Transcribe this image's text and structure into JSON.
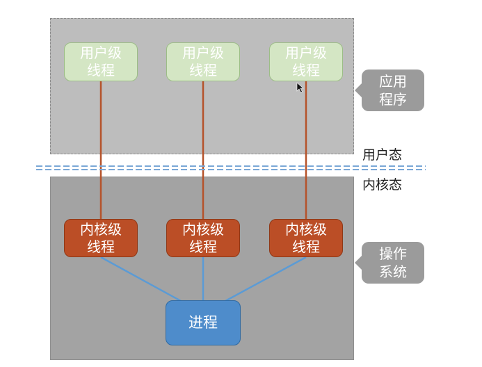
{
  "user_threads": [
    {
      "line1": "用户级",
      "line2": "线程"
    },
    {
      "line1": "用户级",
      "line2": "线程"
    },
    {
      "line1": "用户级",
      "line2": "线程"
    }
  ],
  "kernel_threads": [
    {
      "line1": "内核级",
      "line2": "线程"
    },
    {
      "line1": "内核级",
      "line2": "线程"
    },
    {
      "line1": "内核级",
      "line2": "线程"
    }
  ],
  "process": "进程",
  "callouts": {
    "app": {
      "line1": "应用",
      "line2": "程序"
    },
    "os": {
      "line1": "操作",
      "line2": "系统"
    }
  },
  "boundary": {
    "upper": "用户态",
    "lower": "内核态"
  },
  "colors": {
    "user_thread_fill": "#d4e6c4",
    "kernel_thread_fill": "#bb4e26",
    "process_fill": "#4e8ccb",
    "connector_orange": "#b5532b",
    "connector_blue": "#5b9bd5",
    "dashed_divider": "#7aa7d6"
  }
}
